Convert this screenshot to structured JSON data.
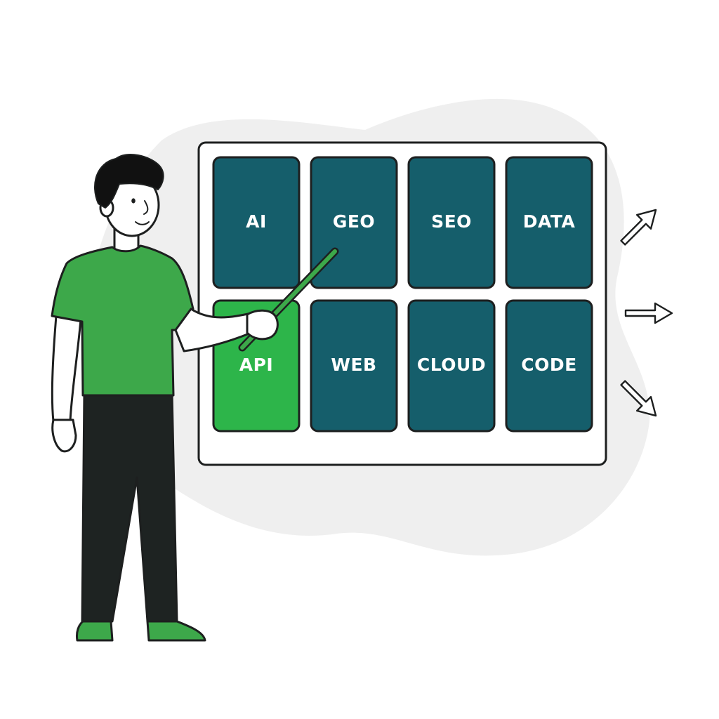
{
  "colors": {
    "background": "#ffffff",
    "blob": "#efefef",
    "board_fill": "#ffffff",
    "outline": "#1d1f1f",
    "tile": "#155e6b",
    "tile_active": "#2db54a",
    "shirt": "#3da84a",
    "pants": "#1e2322",
    "shoes": "#3da84a",
    "skin": "#ffffff",
    "hair": "#111111",
    "pointer": "#3da84a"
  },
  "board": {
    "tiles": [
      {
        "label": "AI",
        "active": false
      },
      {
        "label": "GEO",
        "active": false
      },
      {
        "label": "SEO",
        "active": false
      },
      {
        "label": "DATA",
        "active": false
      },
      {
        "label": "API",
        "active": true
      },
      {
        "label": "WEB",
        "active": false
      },
      {
        "label": "CLOUD",
        "active": false
      },
      {
        "label": "CODE",
        "active": false
      }
    ]
  },
  "arrows": {
    "icons": [
      "arrow-up-right-icon",
      "arrow-right-icon",
      "arrow-down-right-icon"
    ]
  },
  "person": {
    "icon": "presenter-illustration"
  }
}
